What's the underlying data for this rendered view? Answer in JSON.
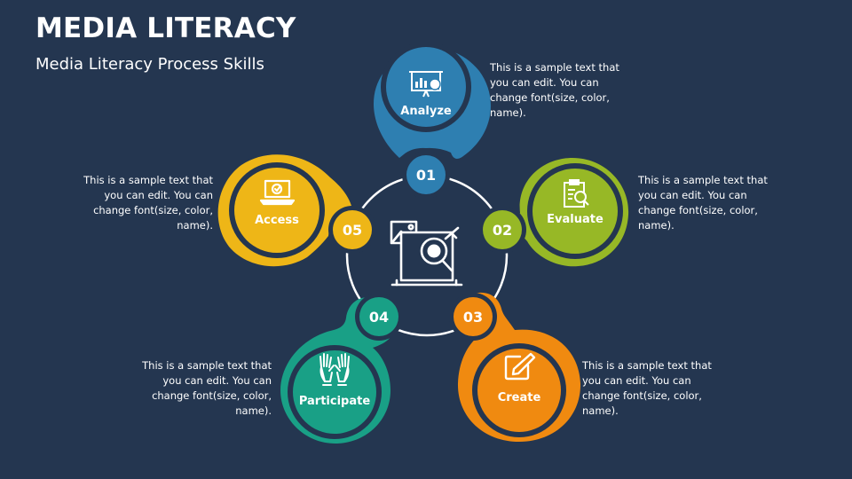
{
  "title": "MEDIA LITERACY",
  "subtitle": "Media Literacy Process Skills",
  "colors": {
    "background": "#243650",
    "analyze": "#2e7fb1",
    "evaluate": "#97b826",
    "create": "#f08a10",
    "participate": "#19a086",
    "access": "#eeb617"
  },
  "steps": [
    {
      "number": "01",
      "label": "Analyze",
      "icon": "presentation-chart-icon",
      "description": "This is a sample text that you can edit. You can change font(size, color, name)."
    },
    {
      "number": "02",
      "label": "Evaluate",
      "icon": "clipboard-magnifier-icon",
      "description": "This is a sample text that you can edit. You can change font(size, color, name)."
    },
    {
      "number": "03",
      "label": "Create",
      "icon": "edit-pencil-icon",
      "description": "This is a sample text that you can edit. You can change font(size, color, name)."
    },
    {
      "number": "04",
      "label": "Participate",
      "icon": "raised-hands-icon",
      "description": "This is a sample text that you can edit. You can change font(size, color, name)."
    },
    {
      "number": "05",
      "label": "Access",
      "icon": "laptop-check-icon",
      "description": "This is a sample text that you can edit. You can change font(size, color, name)."
    }
  ],
  "center_icon": "media-search-icon"
}
